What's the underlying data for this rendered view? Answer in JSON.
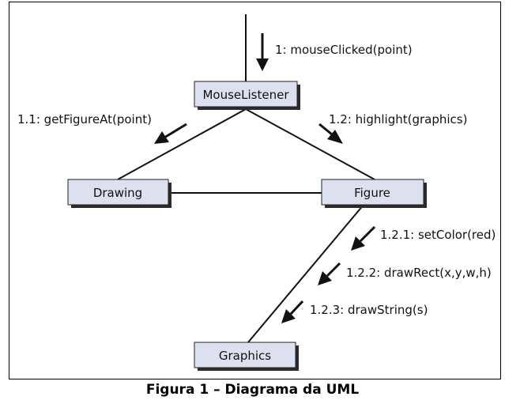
{
  "diagram": {
    "nodes": {
      "mouse_listener": "MouseListener",
      "drawing": "Drawing",
      "figure": "Figure",
      "graphics": "Graphics"
    },
    "messages": {
      "m1": "1: mouseClicked(point)",
      "m1_1": "1.1: getFigureAt(point)",
      "m1_2": "1.2: highlight(graphics)",
      "m1_2_1": "1.2.1: setColor(red)",
      "m1_2_2": "1.2.2: drawRect(x,y,w,h)",
      "m1_2_3": "1.2.3: drawString(s)"
    }
  },
  "caption": "Figura 1 – Diagrama da UML"
}
